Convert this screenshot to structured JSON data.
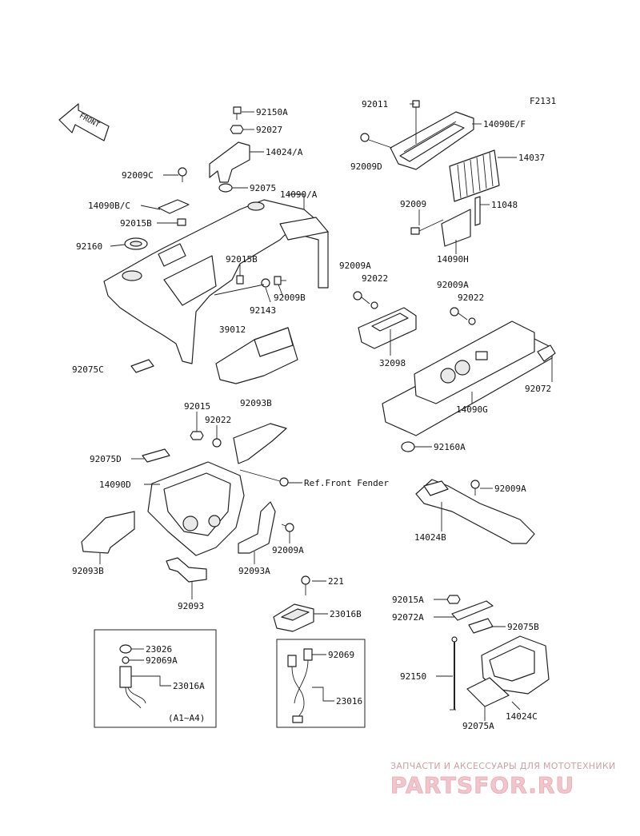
{
  "figure_code": "F2131",
  "front_label": "FRONT",
  "labels": {
    "p92150A": "92150A",
    "p92027": "92027",
    "p14024A": "14024/A",
    "p92009C": "92009C",
    "p92075": "92075",
    "p14090A": "14090/A",
    "p14090BC": "14090B/C",
    "p92015B_1": "92015B",
    "p92160": "92160",
    "p92015B_2": "92015B",
    "p92143": "92143",
    "p92009B": "92009B",
    "p39012": "39012",
    "p92075C": "92075C",
    "p92093B_1": "92093B",
    "p92011": "92011",
    "p14090EF": "14090E/F",
    "p92009D": "92009D",
    "p14037": "14037",
    "p92009": "92009",
    "p11048": "11048",
    "p14090H": "14090H",
    "p92009A_1": "92009A",
    "p92022_1": "92022",
    "p32098": "32098",
    "p92009A_2": "92009A",
    "p92022_2": "92022",
    "p92072": "92072",
    "p14090G": "14090G",
    "p92160A": "92160A",
    "p92015": "92015",
    "p92022_3": "92022",
    "p92075D": "92075D",
    "p14090D": "14090D",
    "pRefFender": "Ref.Front Fender",
    "p92009A_3": "92009A",
    "p14024B": "14024B",
    "p92093B_2": "92093B",
    "p92093A": "92093A",
    "p92009A_4": "92009A",
    "p92093": "92093",
    "p221": "221",
    "p23016B": "23016B",
    "p92015A": "92015A",
    "p92072A": "92072A",
    "p92075B": "92075B",
    "p23026": "23026",
    "p92069A": "92069A",
    "p23016A": "23016A",
    "pA1A4": "(A1~A4)",
    "p92069": "92069",
    "p23016": "23016",
    "p92150": "92150",
    "p14024C": "14024C",
    "p92075A": "92075A"
  },
  "watermark": {
    "top_text": "ЗАПЧАСТИ И АКСЕССУАРЫ ДЛЯ МОТОТЕХНИКИ",
    "brand": "PARTSFOR.RU"
  },
  "colors": {
    "line": "#222222",
    "watermark_fill": "#f1c5cc",
    "watermark_text": "#c9a2a8"
  }
}
